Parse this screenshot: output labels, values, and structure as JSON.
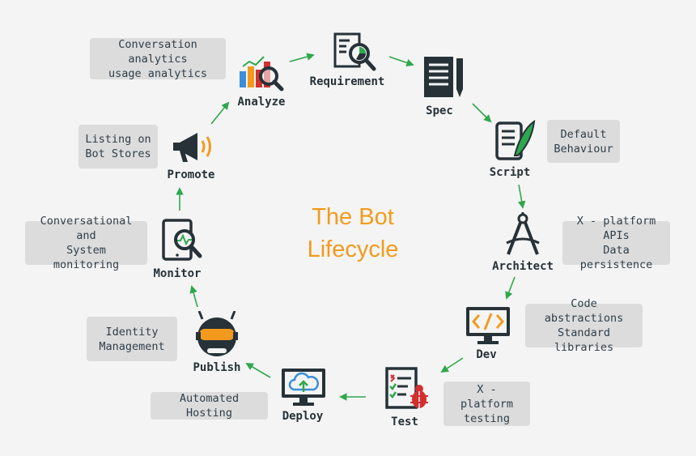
{
  "title": {
    "line1": "The Bot",
    "line2": "Lifecycle"
  },
  "colors": {
    "accent": "#f39a1e",
    "arrow": "#2ea84d",
    "icon_dark": "#263238",
    "note_bg": "#dcdcdc"
  },
  "stages": [
    {
      "id": "requirement",
      "label": "Requirement",
      "icon": "document-magnifier-icon"
    },
    {
      "id": "spec",
      "label": "Spec",
      "icon": "spec-document-pen-icon"
    },
    {
      "id": "script",
      "label": "Script",
      "icon": "scroll-quill-icon"
    },
    {
      "id": "architect",
      "label": "Architect",
      "icon": "drafting-compass-icon"
    },
    {
      "id": "dev",
      "label": "Dev",
      "icon": "code-monitor-icon"
    },
    {
      "id": "test",
      "label": "Test",
      "icon": "checklist-bug-icon"
    },
    {
      "id": "deploy",
      "label": "Deploy",
      "icon": "cloud-upload-monitor-icon"
    },
    {
      "id": "publish",
      "label": "Publish",
      "icon": "robot-head-icon"
    },
    {
      "id": "monitor",
      "label": "Monitor",
      "icon": "tablet-magnifier-icon"
    },
    {
      "id": "promote",
      "label": "Promote",
      "icon": "megaphone-icon"
    },
    {
      "id": "analyze",
      "label": "Analyze",
      "icon": "bar-chart-magnifier-icon"
    }
  ],
  "notes": {
    "analyze": "Conversation analytics\nusage analytics",
    "script": "Default\nBehaviour",
    "architect": "X - platform APIs\nData persistence",
    "dev": "Code abstractions\nStandard libraries",
    "test": "X - platform\ntesting",
    "deploy": "Automated Hosting",
    "publish": "Identity\nManagement",
    "monitor": "Conversational and\nSystem monitoring",
    "promote": "Listing on\nBot Stores"
  }
}
